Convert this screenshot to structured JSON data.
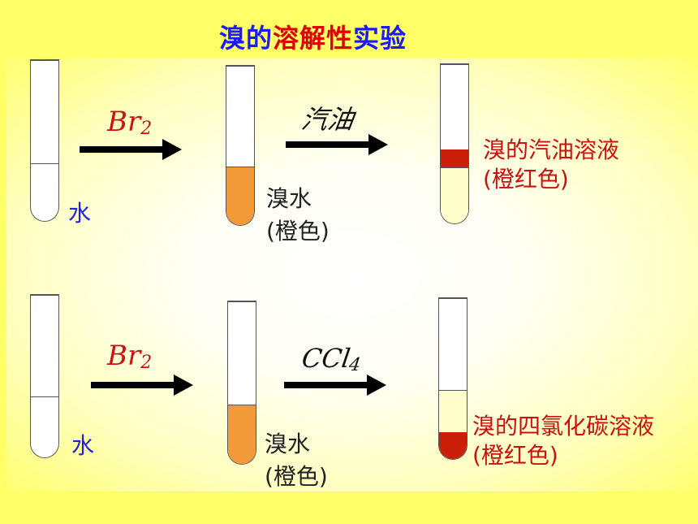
{
  "title": {
    "parts": [
      {
        "text": "溴的",
        "color": "#1a1aff"
      },
      {
        "text": "溶解性",
        "color": "#e00000"
      },
      {
        "text": "实验",
        "color": "#1a1aff"
      }
    ]
  },
  "colors": {
    "orange": "#f2993a",
    "red_layer": "#cc1f0a",
    "pale_yellow": "#ffffcc",
    "label_blue": "#2222dd",
    "label_red": "#cc1111"
  },
  "row1": {
    "water_label": "水",
    "reagent1": {
      "main": "Br",
      "sub": "2"
    },
    "reagent2": "汽油",
    "bromine_water": {
      "line1": "溴水",
      "line2": "(橙色)"
    },
    "result": {
      "line1": "溴的汽油溶液",
      "line2": "(橙红色)"
    }
  },
  "row2": {
    "water_label": "水",
    "reagent1": {
      "main": "Br",
      "sub": "2"
    },
    "reagent2": {
      "main": "CCl",
      "sub": "4"
    },
    "bromine_water": {
      "line1": "溴水",
      "line2": "(橙色)"
    },
    "result": {
      "line1": "溴的四氯化碳溶液",
      "line2": "(橙红色)"
    }
  }
}
